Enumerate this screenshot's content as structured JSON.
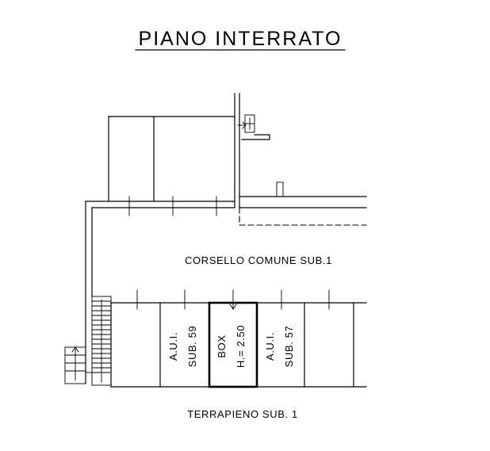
{
  "title": "PIANO INTERRATO",
  "corridor_label": "CORSELLO  COMUNE SUB.1",
  "embankment_label": "TERRAPIENO SUB. 1",
  "units": [
    {
      "line1": "A.U.I.",
      "line2": "SUB. 59"
    },
    {
      "line1": "BOX",
      "line2": "H.= 2.50"
    },
    {
      "line1": "A.U.I.",
      "line2": "SUB. 57"
    }
  ],
  "watermark": "",
  "colors": {
    "ink": "#000000",
    "paper": "#ffffff"
  }
}
